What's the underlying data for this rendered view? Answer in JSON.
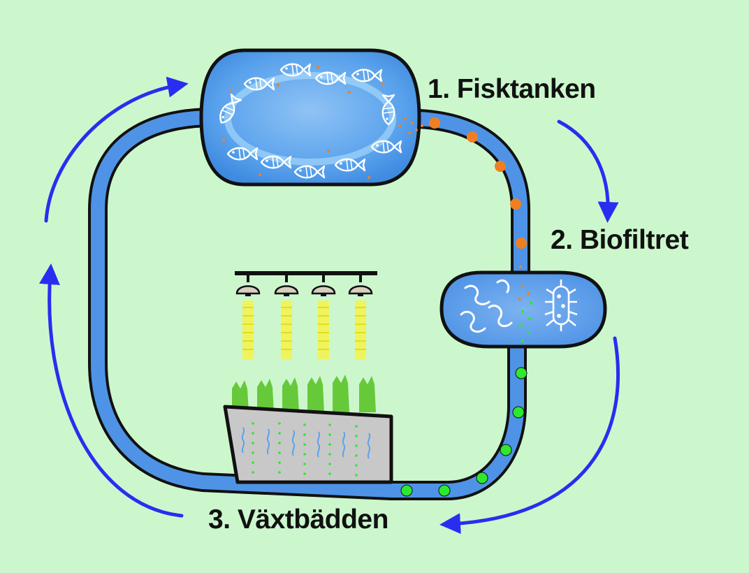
{
  "labels": {
    "fish_tank": "1. Fisktanken",
    "biofilter": "2. Biofiltret",
    "plant_bed": "3. Växtbädden"
  },
  "colors": {
    "background": "#ccf7cd",
    "pipe_water": "#4f93e6",
    "outline": "#111111",
    "flow_arrows": "#2a2df0",
    "waste_particles": "#f07f22",
    "nitrate_particles": "#2ee82e",
    "plant_leaves": "#66c93a",
    "grow_light_beam": "#f4f24a",
    "grow_bed": "#c8c8c8"
  },
  "icons": [
    "fish-icon",
    "bacteria-icon",
    "grow-lamp-icon",
    "plant-icon",
    "root-icon",
    "flow-arrow-icon"
  ]
}
